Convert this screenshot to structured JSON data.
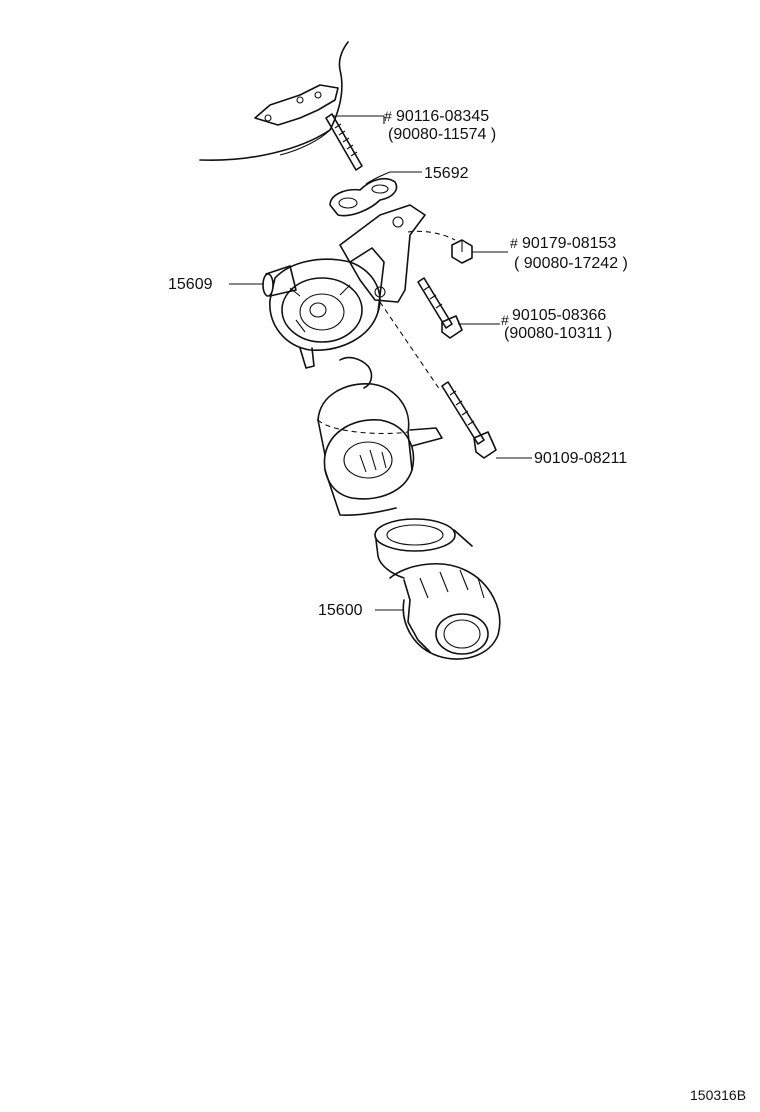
{
  "labels": {
    "stud_a": "90116-08345",
    "stud_b": "(90080-11574 )",
    "gasket": "15692",
    "nut_a": "90179-08153",
    "nut_b": "( 90080-17242    )",
    "bracket": "15609",
    "bolt_a": "90105-08366",
    "bolt_b": "(90080-10311 )",
    "bolt_c": "90109-08211",
    "filter": "15600",
    "figure_code": "150316B"
  },
  "markers": {
    "hash": "#"
  }
}
